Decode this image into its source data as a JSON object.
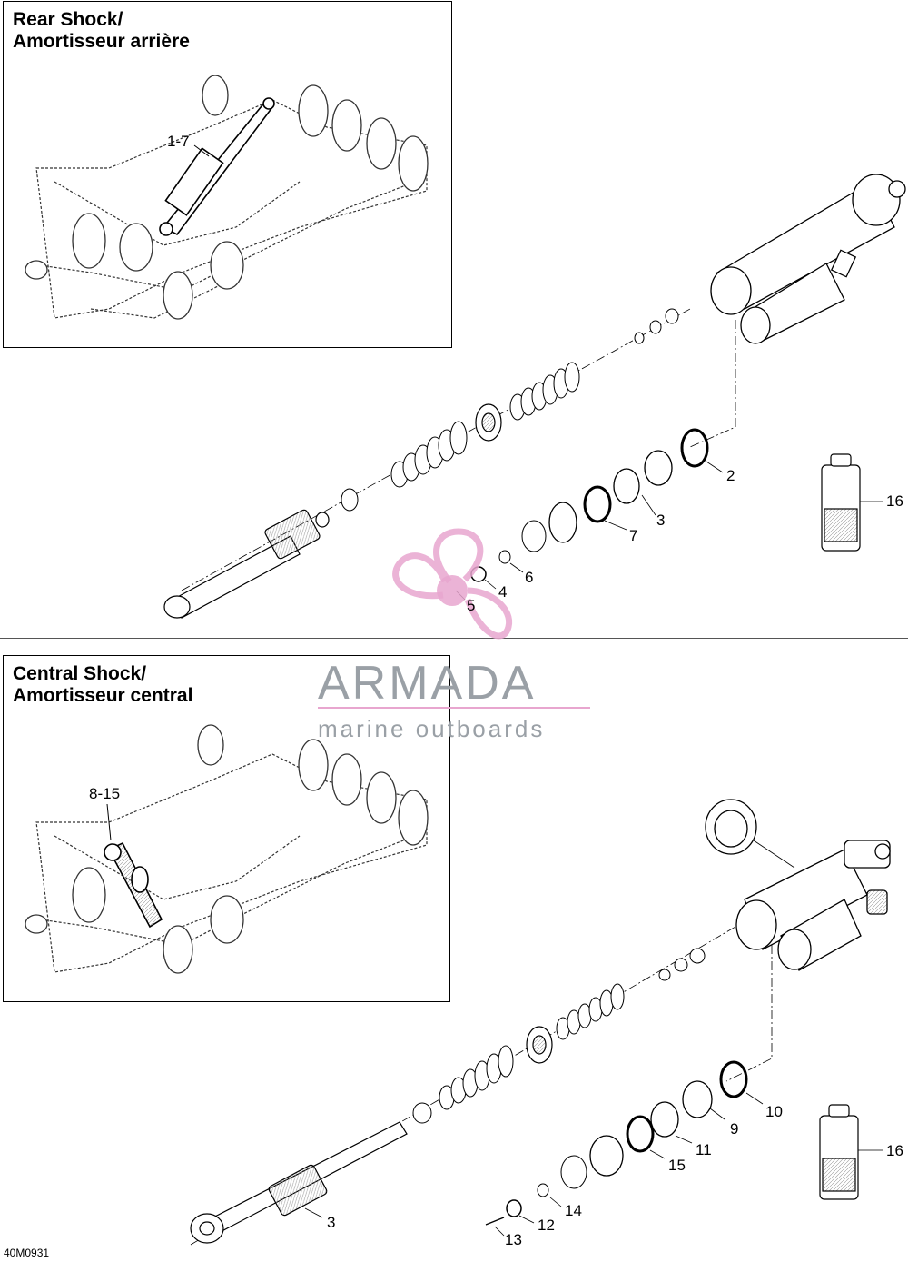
{
  "upper_inset": {
    "title_line1": "Rear Shock/",
    "title_line2": "Amortisseur arrière",
    "callout": "1-7"
  },
  "lower_inset": {
    "title_line1": "Central Shock/",
    "title_line2": "Amortisseur central",
    "callout": "8-15"
  },
  "labels_upper": [
    "2",
    "3",
    "7",
    "6",
    "4",
    "5",
    "16"
  ],
  "labels_lower": [
    "10",
    "9",
    "11",
    "15",
    "14",
    "12",
    "13",
    "3",
    "16"
  ],
  "watermark": {
    "brand": "ARMADA",
    "tagline": "marine outboards",
    "accent": "#e8a6cf"
  },
  "drawing_code": "40M0931"
}
